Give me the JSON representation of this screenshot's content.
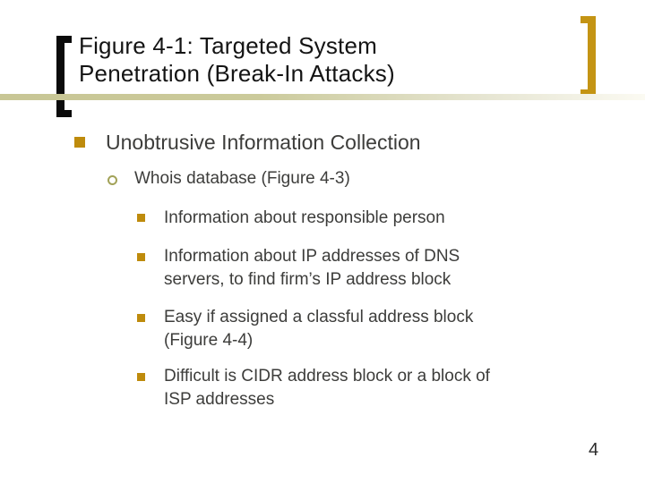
{
  "slide": {
    "title_lines": [
      "Figure 4-1: Targeted System",
      "Penetration (Break-In Attacks)"
    ],
    "page_number": "4"
  },
  "bullets": {
    "level1": {
      "icon": "square-bullet-icon",
      "text": "Unobtrusive Information Collection"
    },
    "level2": {
      "icon": "circle-bullet-icon",
      "text": "Whois database (Figure 4-3)"
    },
    "level3": [
      {
        "icon": "square-bullet-icon",
        "lines": [
          "Information about responsible person"
        ]
      },
      {
        "icon": "square-bullet-icon",
        "lines": [
          "Information about IP addresses of DNS",
          "servers, to find firm’s IP address block"
        ]
      },
      {
        "icon": "square-bullet-icon",
        "lines": [
          "Easy if assigned a classful address block",
          "(Figure 4-4)"
        ]
      },
      {
        "icon": "square-bullet-icon",
        "lines": [
          "Difficult is CIDR address block or a block of",
          "ISP addresses"
        ]
      }
    ]
  },
  "colors": {
    "background": "#FFFFFF",
    "title_text": "#141414",
    "body_text": "#3D3D3B",
    "accent_gold_bullet": "#BE8B0C",
    "bracket_gold": "#C49414",
    "bracket_black": "#0B0B0B",
    "circle_bullet_olive": "#A2A258",
    "rule_tan_left": "#C8C695",
    "rule_tan_right": "#FBFAF2"
  }
}
